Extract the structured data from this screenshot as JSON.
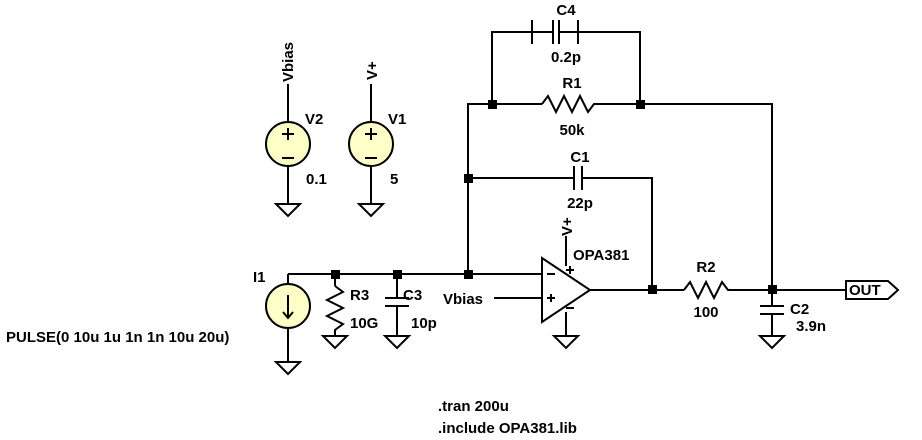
{
  "components": {
    "c4": {
      "name": "C4",
      "value": "0.2p"
    },
    "r1": {
      "name": "R1",
      "value": "50k"
    },
    "c1": {
      "name": "C1",
      "value": "22p"
    },
    "r2": {
      "name": "R2",
      "value": "100"
    },
    "c2": {
      "name": "C2",
      "value": "3.9n"
    },
    "r3": {
      "name": "R3",
      "value": "10G"
    },
    "c3": {
      "name": "C3",
      "value": "10p"
    },
    "i1": {
      "name": "I1",
      "value": "PULSE(0 10u 1u 1n 1n 10u 20u)"
    },
    "v1": {
      "name": "V1",
      "value": "5"
    },
    "v2": {
      "name": "V2",
      "value": "0.1"
    },
    "opamp": {
      "name": "OPA381"
    }
  },
  "nets": {
    "vbias": "Vbias",
    "vplus": "V+",
    "out": "OUT"
  },
  "directives": {
    "tran": ".tran 200u",
    "include": ".include OPA381.lib"
  },
  "colors": {
    "source_fill": "#ffffc8",
    "wire": "#000000"
  }
}
